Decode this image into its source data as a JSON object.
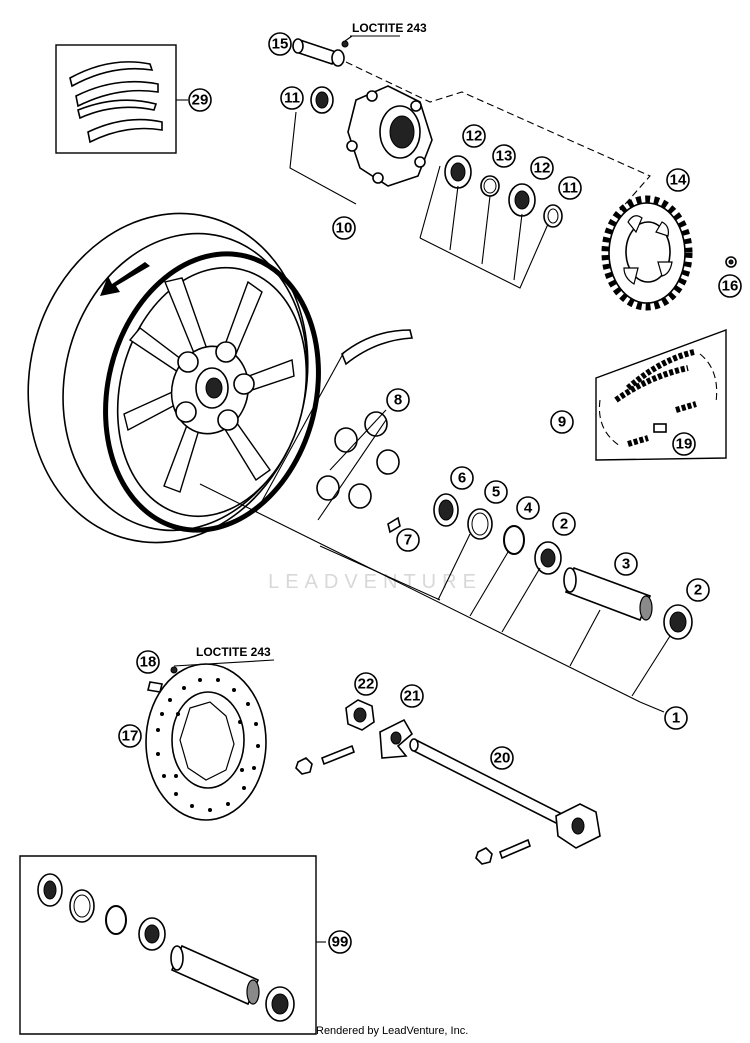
{
  "notes": {
    "loctite_top": "LOCTITE 243",
    "loctite_disc": "LOCTITE 243"
  },
  "watermark": "LEADVENTURE",
  "footer": "Rendered by LeadVenture, Inc.",
  "callouts": {
    "c1": "1",
    "c2a": "2",
    "c2b": "2",
    "c3": "3",
    "c4": "4",
    "c5": "5",
    "c6": "6",
    "c7": "7",
    "c8": "8",
    "c9": "9",
    "c10": "10",
    "c11a": "11",
    "c11b": "11",
    "c12a": "12",
    "c12b": "12",
    "c13": "13",
    "c14": "14",
    "c15": "15",
    "c16": "16",
    "c17": "17",
    "c18": "18",
    "c19": "19",
    "c20": "20",
    "c21": "21",
    "c22": "22",
    "c29": "29",
    "c99": "99"
  }
}
